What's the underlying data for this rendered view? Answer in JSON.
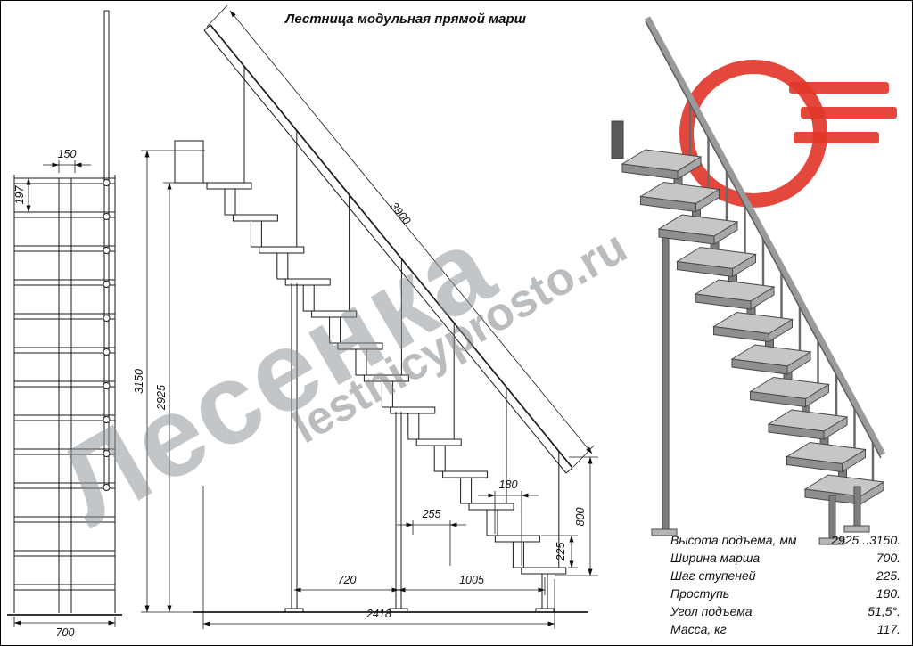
{
  "title": "Лестница модульная прямой марш",
  "watermarks": {
    "big": "Лесенка",
    "site": "lestnicyprosto.ru"
  },
  "front": {
    "dim_150": "150",
    "dim_197": "197",
    "dim_700": "700"
  },
  "side": {
    "d3900": "3900",
    "d3150": "3150",
    "d2925": "2925",
    "d180": "180",
    "d255": "255",
    "d225": "225",
    "d800": "800",
    "d720": "720",
    "d1005": "1005",
    "d2418": "2418"
  },
  "spec_table": {
    "rows": [
      {
        "label": "Высота подъема, мм",
        "value": "2925...3150."
      },
      {
        "label": "Ширина марша",
        "value": "700."
      },
      {
        "label": "Шаг ступеней",
        "value": "225."
      },
      {
        "label": "Проступь",
        "value": "180."
      },
      {
        "label": "Угол подъема",
        "value": "51,5°."
      },
      {
        "label": "Масса, кг",
        "value": "117."
      }
    ]
  },
  "colors": {
    "line": "#1a1a1a",
    "step_fill": "#c6c6c6",
    "logo_red": "#e2372b",
    "watermark": "#8c9196"
  }
}
